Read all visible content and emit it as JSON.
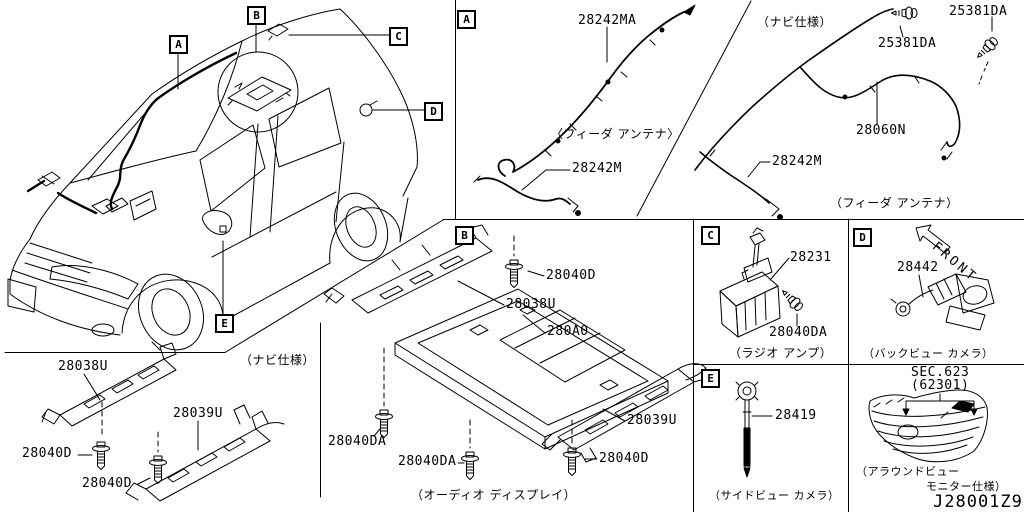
{
  "colors": {
    "ink": "#000000",
    "paper": "#ffffff"
  },
  "drawing_code": "J28001Z9",
  "callouts": {
    "a": "A",
    "b": "B",
    "c": "C",
    "d": "D",
    "e": "E"
  },
  "panel_a": {
    "letter": "A",
    "part_28242ma": "28242MA",
    "caption": "〈フィーダ アンテナ〉",
    "part_28242m": "28242M"
  },
  "panel_nav": {
    "spec": "（ナビ仕様）",
    "part_25381da_upper": "25381DA",
    "part_25381da_right": "25381DA",
    "part_28060n": "28060N",
    "part_28242m": "28242M",
    "caption": "（フィーダ アンテナ）"
  },
  "panel_b": {
    "letter": "B",
    "part_28040d_top": "28040D",
    "part_28038u": "28038U",
    "part_280a0": "280A0",
    "part_28039u": "28039U",
    "part_28040da_left": "28040DA",
    "part_28040da_bottom": "28040DA",
    "part_28040d_bottom": "28040D",
    "caption": "（オーディオ ディスプレイ）"
  },
  "panel_c": {
    "letter": "C",
    "part_28231": "28231",
    "part_28040da": "28040DA",
    "caption": "（ラジオ アンプ）"
  },
  "panel_d": {
    "letter": "D",
    "front_label": "FRONT",
    "part_28442": "28442",
    "caption": "（バックビュー カメラ）"
  },
  "panel_e": {
    "letter": "E",
    "part_28419": "28419",
    "caption": "（サイドビュー カメラ）"
  },
  "panel_grille": {
    "sec": "SEC.623",
    "sec_sub": "(62301)",
    "caption_line1": "（アラウンドビュー",
    "caption_line2": "モニター仕様）"
  },
  "panel_nav_lower": {
    "spec": "（ナビ仕様）",
    "part_28038u": "28038U",
    "part_28039u": "28039U",
    "part_28040d_upper": "28040D",
    "part_28040d_lower": "28040D"
  }
}
